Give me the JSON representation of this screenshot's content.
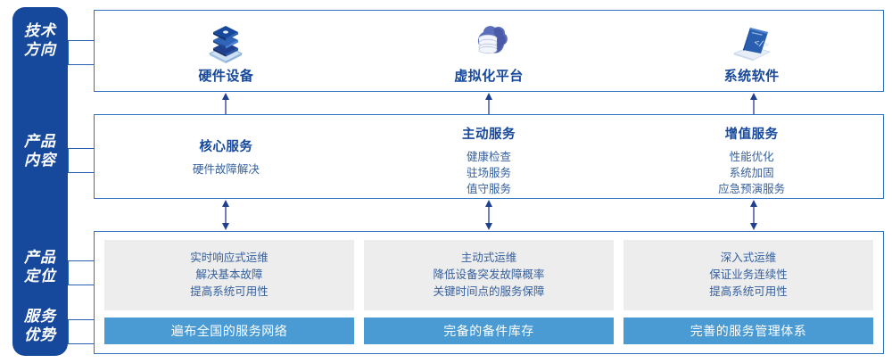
{
  "rail": {
    "labels": [
      {
        "id": "tech-direction",
        "text": "技术\n方向"
      },
      {
        "id": "product-content",
        "text": "产品\n内容"
      },
      {
        "id": "product-positioning",
        "text": "产品\n定位"
      },
      {
        "id": "service-advantage",
        "text": "服务\n优势"
      }
    ],
    "color": "#16489c"
  },
  "tech_direction": {
    "items": [
      {
        "label": "硬件设备",
        "icon": "server-stack-icon"
      },
      {
        "label": "虚拟化平台",
        "icon": "cloud-database-icon"
      },
      {
        "label": "系统软件",
        "icon": "laptop-code-icon"
      }
    ]
  },
  "product_content": {
    "columns": [
      {
        "title": "核心服务",
        "items": [
          "硬件故障解决"
        ]
      },
      {
        "title": "主动服务",
        "items": [
          "健康检查",
          "驻场服务",
          "值守服务"
        ]
      },
      {
        "title": "增值服务",
        "items": [
          "性能优化",
          "系统加固",
          "应急预演服务"
        ]
      }
    ]
  },
  "bottom": {
    "columns": [
      {
        "positioning": [
          "实时响应式运维",
          "解决基本故障",
          "提高系统可用性"
        ],
        "advantage": "遍布全国的服务网络"
      },
      {
        "positioning": [
          "主动式运维",
          "降低设备突发故障概率",
          "关键时间点的服务保障"
        ],
        "advantage": "完备的备件库存"
      },
      {
        "positioning": [
          "深入式运维",
          "保证业务连续性",
          "提高系统可用性"
        ],
        "advantage": "完善的服务管理体系"
      }
    ]
  },
  "arrows": {
    "upper": {
      "direction": "up",
      "count": 3
    },
    "lower": {
      "direction": "both",
      "count": 3
    }
  },
  "colors": {
    "rail_blue": "#16489c",
    "panel_border": "#2f74bd",
    "title_blue": "#16489c",
    "body_blue": "#35609e",
    "advantage_blue": "#4a9ad4",
    "positioning_gray": "#ededed",
    "arrow_blue": "#1f3f8f"
  }
}
